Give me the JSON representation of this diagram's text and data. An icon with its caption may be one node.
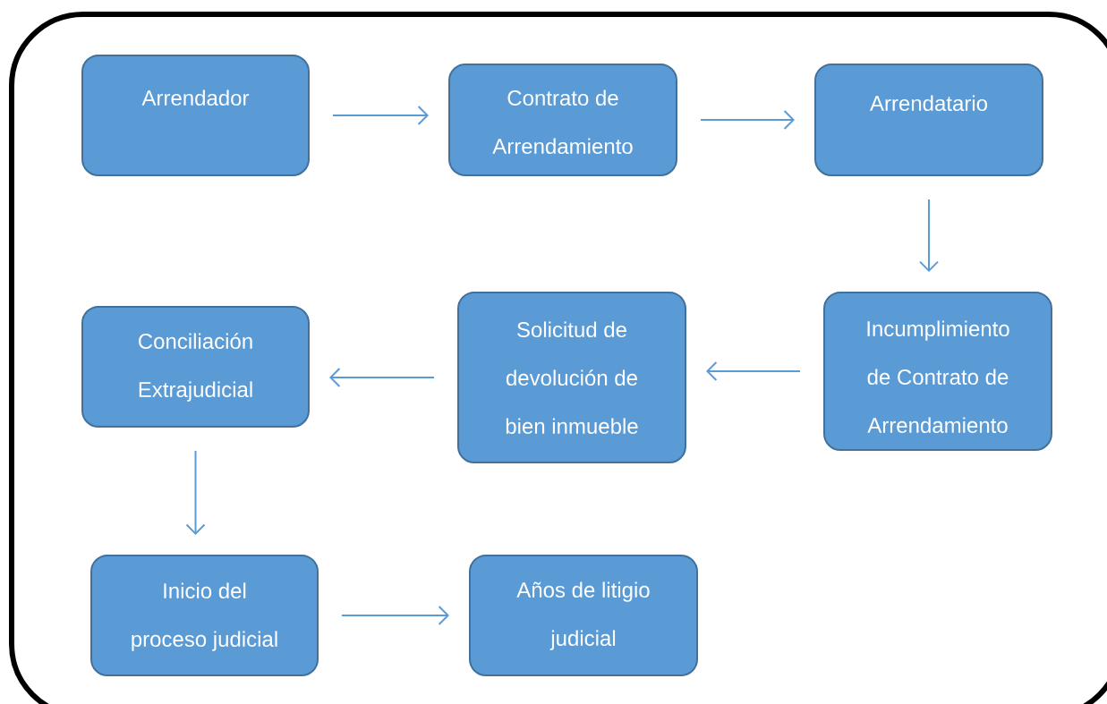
{
  "diagram": {
    "nodes": [
      {
        "text": [
          "Arrendador"
        ]
      },
      {
        "text": [
          "Contrato de Arrendamiento"
        ]
      },
      {
        "text": [
          "Arrendatario"
        ]
      },
      {
        "text": [
          "Incumplimiento de Contrato de Arrendamiento"
        ]
      },
      {
        "text": [
          "Solicitud de devolución de bien inmueble"
        ]
      },
      {
        "text": [
          "Conciliación Extrajudicial"
        ]
      },
      {
        "text": [
          "Inicio del proceso judicial"
        ]
      },
      {
        "text": [
          "Años de litigio judicial"
        ]
      }
    ],
    "edges": [
      {
        "from": 0,
        "to": 1,
        "arrow": "to"
      },
      {
        "from": 1,
        "to": 2,
        "arrow": "to"
      },
      {
        "from": 2,
        "to": 3,
        "arrow": "to"
      },
      {
        "from": 3,
        "to": 4,
        "arrow": "to"
      },
      {
        "from": 4,
        "to": 5,
        "arrow": "to"
      },
      {
        "from": 5,
        "to": 6,
        "arrow": "to"
      },
      {
        "from": 6,
        "to": 7,
        "arrow": "to"
      }
    ]
  }
}
